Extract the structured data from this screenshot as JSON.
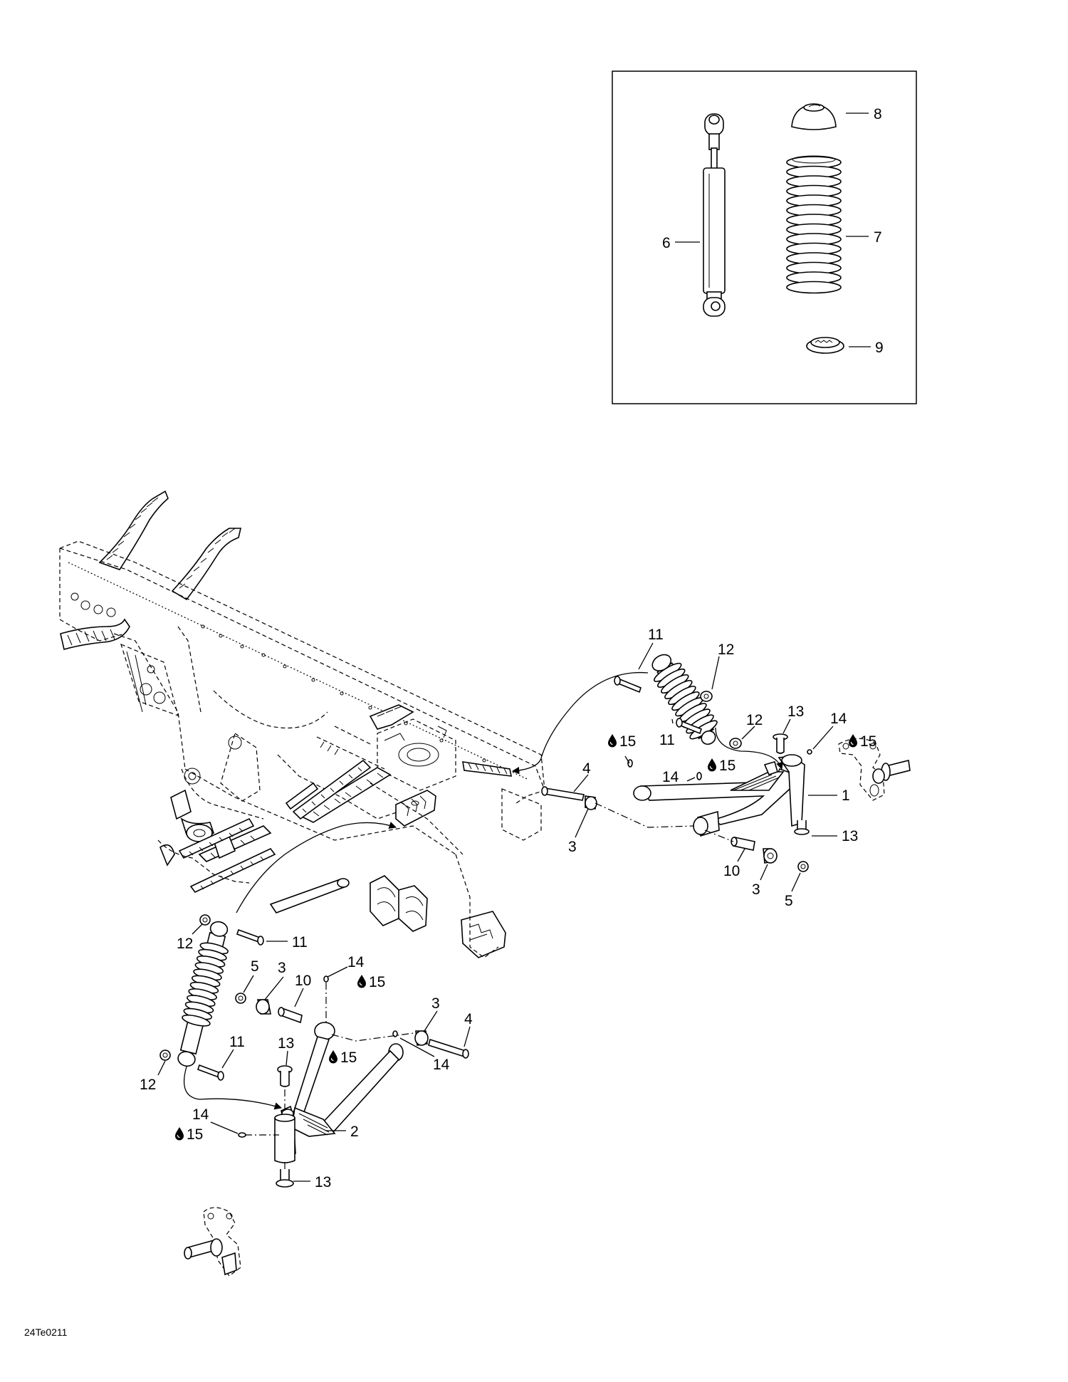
{
  "figure_code": "24Te0211",
  "drop_icon": "oil-drop-icon",
  "callouts": {
    "c1": "1",
    "c2": "2",
    "c3a": "3",
    "c3b": "3",
    "c3c": "3",
    "c3d": "3",
    "c4a": "4",
    "c4b": "4",
    "c5a": "5",
    "c5b": "5",
    "c6": "6",
    "c7": "7",
    "c8": "8",
    "c9": "9",
    "c10a": "10",
    "c10b": "10",
    "c11a": "11",
    "c11b": "11",
    "c11c": "11",
    "c11d": "11",
    "c12a": "12",
    "c12b": "12",
    "c12c": "12",
    "c12d": "12",
    "c13a": "13",
    "c13b": "13",
    "c13c": "13",
    "c13d": "13",
    "c14a": "14",
    "c14b": "14",
    "c14c": "14",
    "c14d": "14",
    "c14e": "14",
    "c15a": "15",
    "c15b": "15",
    "c15c": "15",
    "c15d": "15",
    "c15e": "15"
  }
}
